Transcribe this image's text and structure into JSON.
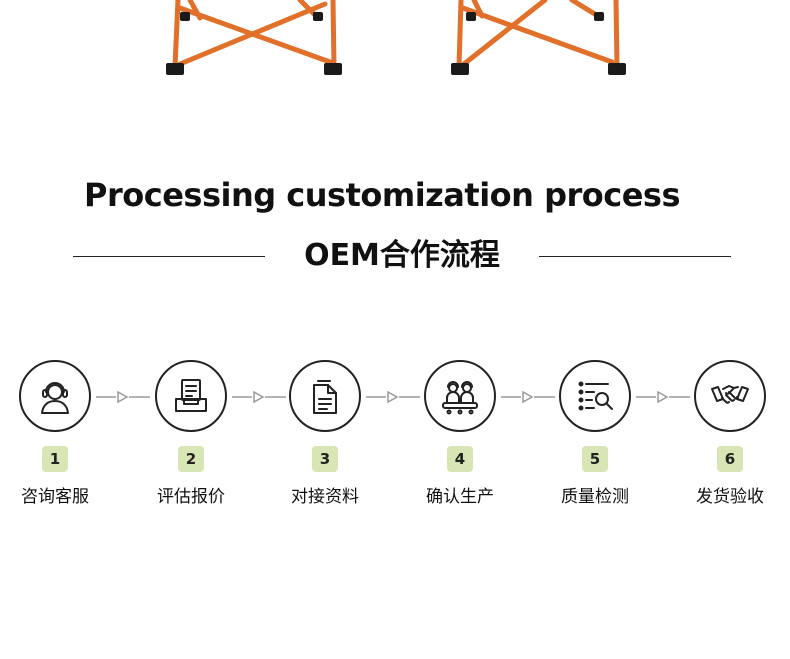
{
  "colors": {
    "chair_frame": "#e0702a",
    "chair_foot": "#1a1a1a",
    "badge_bg": "#d8e6b6",
    "connector": "#9a9a9a",
    "text": "#111111"
  },
  "header": {
    "title_en": "Processing customization process",
    "title_cn": "OEM合作流程"
  },
  "steps": [
    {
      "number": "1",
      "label": "咨询客服",
      "icon": "customer-service-icon"
    },
    {
      "number": "2",
      "label": "评估报价",
      "icon": "quotation-icon"
    },
    {
      "number": "3",
      "label": "对接资料",
      "icon": "documents-icon"
    },
    {
      "number": "4",
      "label": "确认生产",
      "icon": "workers-icon"
    },
    {
      "number": "5",
      "label": "质量检测",
      "icon": "inspection-icon"
    },
    {
      "number": "6",
      "label": "发货验收",
      "icon": "handshake-icon"
    }
  ]
}
